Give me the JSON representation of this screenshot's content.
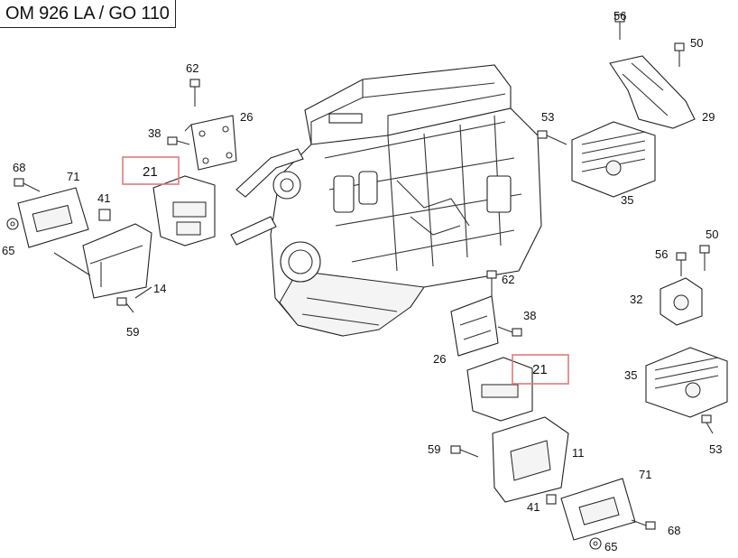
{
  "title": "OM 926 LA / GO 110",
  "callouts": {
    "c56a": "56",
    "c50a": "50",
    "c62a": "62",
    "c26a": "26",
    "c29": "29",
    "c38a": "38",
    "c53a": "53",
    "c21a": "21",
    "c68a": "68",
    "c71a": "71",
    "c41a": "41",
    "c65a": "65",
    "c35a": "35",
    "c14": "14",
    "c59a": "59",
    "c56b": "56",
    "c50b": "50",
    "c62b": "62",
    "c32": "32",
    "c38b": "38",
    "c26b": "26",
    "c21b": "21",
    "c35b": "35",
    "c53b": "53",
    "c59b": "59",
    "c11": "11",
    "c71b": "71",
    "c41b": "41",
    "c68b": "68",
    "c65b": "65"
  },
  "colors": {
    "highlight": "#e07a7a",
    "line": "#333333"
  }
}
